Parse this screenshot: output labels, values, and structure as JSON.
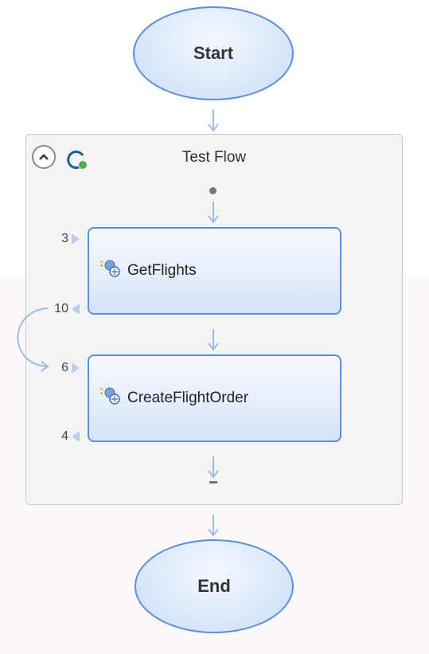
{
  "start_label": "Start",
  "end_label": "End",
  "flow": {
    "title": "Test Flow",
    "collapse_icon": "chevron-up-icon",
    "loop_icon": "loop-status-icon"
  },
  "nodes": [
    {
      "label": "GetFlights",
      "icon": "web-service-icon",
      "in_port": "3",
      "out_port": "10"
    },
    {
      "label": "CreateFlightOrder",
      "icon": "web-service-icon",
      "in_port": "6",
      "out_port": "4"
    }
  ],
  "colors": {
    "accent": "#5c8fd6",
    "arrow": "#9dbbe5",
    "loop_green": "#4caf50"
  }
}
